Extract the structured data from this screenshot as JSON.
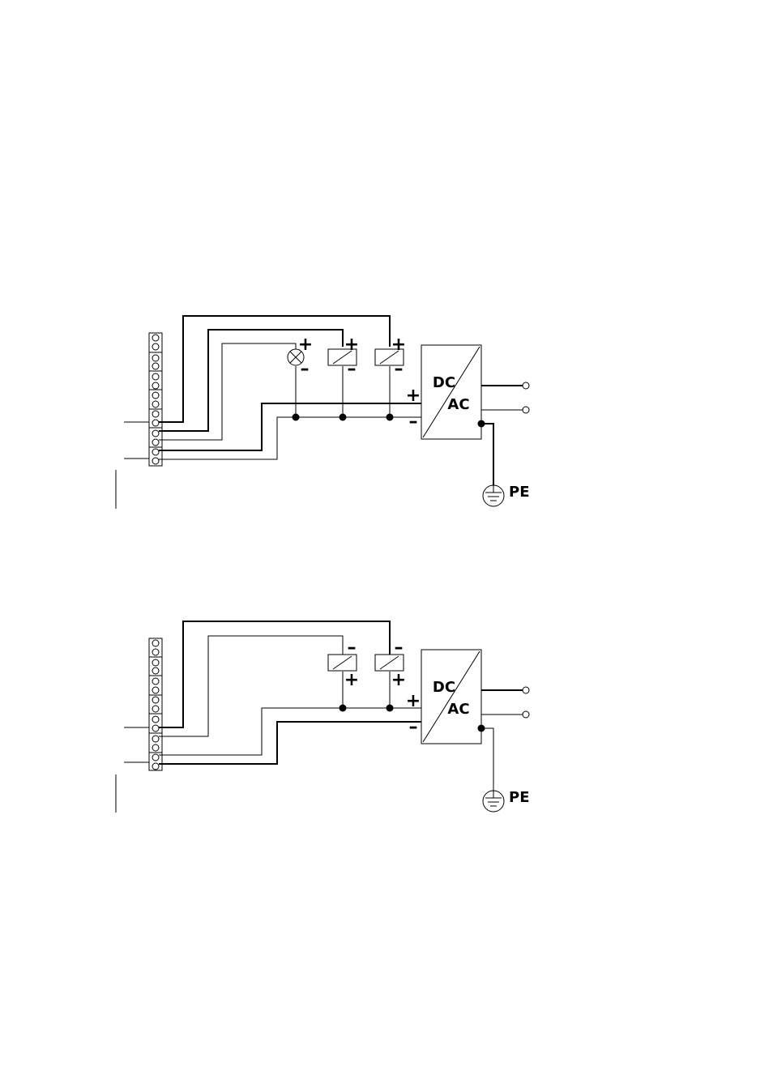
{
  "diagram_top": {
    "converter": {
      "top_label": "DC",
      "bottom_label": "AC"
    },
    "dc_input": {
      "plus": "+",
      "minus": "–"
    },
    "loads": [
      {
        "type": "lamp",
        "plus": "+",
        "minus": "–"
      },
      {
        "type": "relay",
        "plus": "+",
        "minus": "–"
      },
      {
        "type": "relay",
        "plus": "+",
        "minus": "–"
      }
    ],
    "ground_label": "PE"
  },
  "diagram_bottom": {
    "converter": {
      "top_label": "DC",
      "bottom_label": "AC"
    },
    "dc_input": {
      "plus": "+",
      "minus": "–"
    },
    "loads": [
      {
        "type": "relay",
        "plus": "+",
        "minus": "–"
      },
      {
        "type": "relay",
        "plus": "+",
        "minus": "–"
      }
    ],
    "ground_label": "PE"
  },
  "colors": {
    "line": "#000000",
    "background": "#ffffff"
  }
}
